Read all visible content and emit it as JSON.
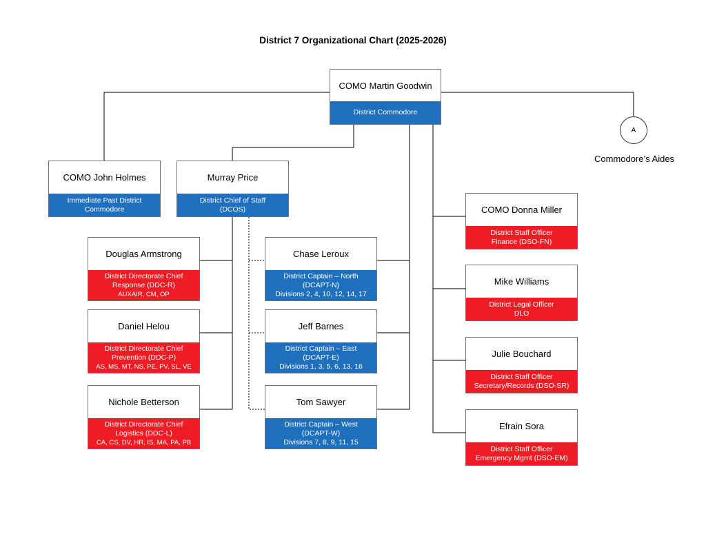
{
  "title": "District 7 Organizational Chart (2025-2026)",
  "aides": {
    "symbol": "A",
    "label": "Commodore’s Aides"
  },
  "nodes": {
    "goodwin": {
      "name": "COMO Martin Goodwin",
      "role": [
        "District Commodore"
      ],
      "sub": "",
      "color": "#1f6fbf"
    },
    "holmes": {
      "name": "COMO John Holmes",
      "role": [
        "Immediate Past District",
        "Commodore"
      ],
      "sub": "",
      "color": "#1f6fbf"
    },
    "price": {
      "name": "Murray Price",
      "role": [
        "District Chief of Staff",
        "(DCOS)"
      ],
      "sub": "",
      "color": "#1f6fbf"
    },
    "armstrong": {
      "name": "Douglas Armstrong",
      "role": [
        "District Directorate Chief",
        "Response (DDC-R)"
      ],
      "sub": "AUXAIR, CM, OP",
      "color": "#ee1c24"
    },
    "helou": {
      "name": "Daniel Helou",
      "role": [
        "District Directorate Chief",
        "Prevention (DDC-P)"
      ],
      "sub": "AS, MS, MT, NS, PE, PV, SL, VE",
      "color": "#ee1c24"
    },
    "betterson": {
      "name": "Nichole Betterson",
      "role": [
        "District Directorate Chief",
        "Logistics (DDC-L)"
      ],
      "sub": "CA, CS, DV, HR, IS, MA, PA, PB",
      "color": "#ee1c24"
    },
    "leroux": {
      "name": "Chase Leroux",
      "role": [
        "District Captain – North",
        "(DCAPT-N)",
        "Divisions 2, 4, 10, 12, 14, 17"
      ],
      "sub": "",
      "color": "#1f6fbf"
    },
    "barnes": {
      "name": "Jeff Barnes",
      "role": [
        "District Captain – East",
        "(DCAPT-E)",
        "Divisions 1, 3, 5, 6, 13, 16"
      ],
      "sub": "",
      "color": "#1f6fbf"
    },
    "sawyer": {
      "name": "Tom Sawyer",
      "role": [
        "District Captain – West",
        "(DCAPT-W)",
        "Divisions 7, 8, 9, 11, 15"
      ],
      "sub": "",
      "color": "#1f6fbf"
    },
    "miller": {
      "name": "COMO Donna Miller",
      "role": [
        "District Staff Officer",
        "Finance (DSO-FN)"
      ],
      "sub": "",
      "color": "#ee1c24"
    },
    "williams": {
      "name": "Mike Williams",
      "role": [
        "District Legal Officer",
        "DLO"
      ],
      "sub": "",
      "color": "#ee1c24"
    },
    "bouchard": {
      "name": "Julie Bouchard",
      "role": [
        "District Staff Officer",
        "Secretary/Records (DSO-SR)"
      ],
      "sub": "",
      "color": "#ee1c24"
    },
    "sora": {
      "name": "Efrain Sora",
      "role": [
        "District Staff Officer",
        "Emergency Mgmt (DSO-EM)"
      ],
      "sub": "",
      "color": "#ee1c24"
    }
  }
}
